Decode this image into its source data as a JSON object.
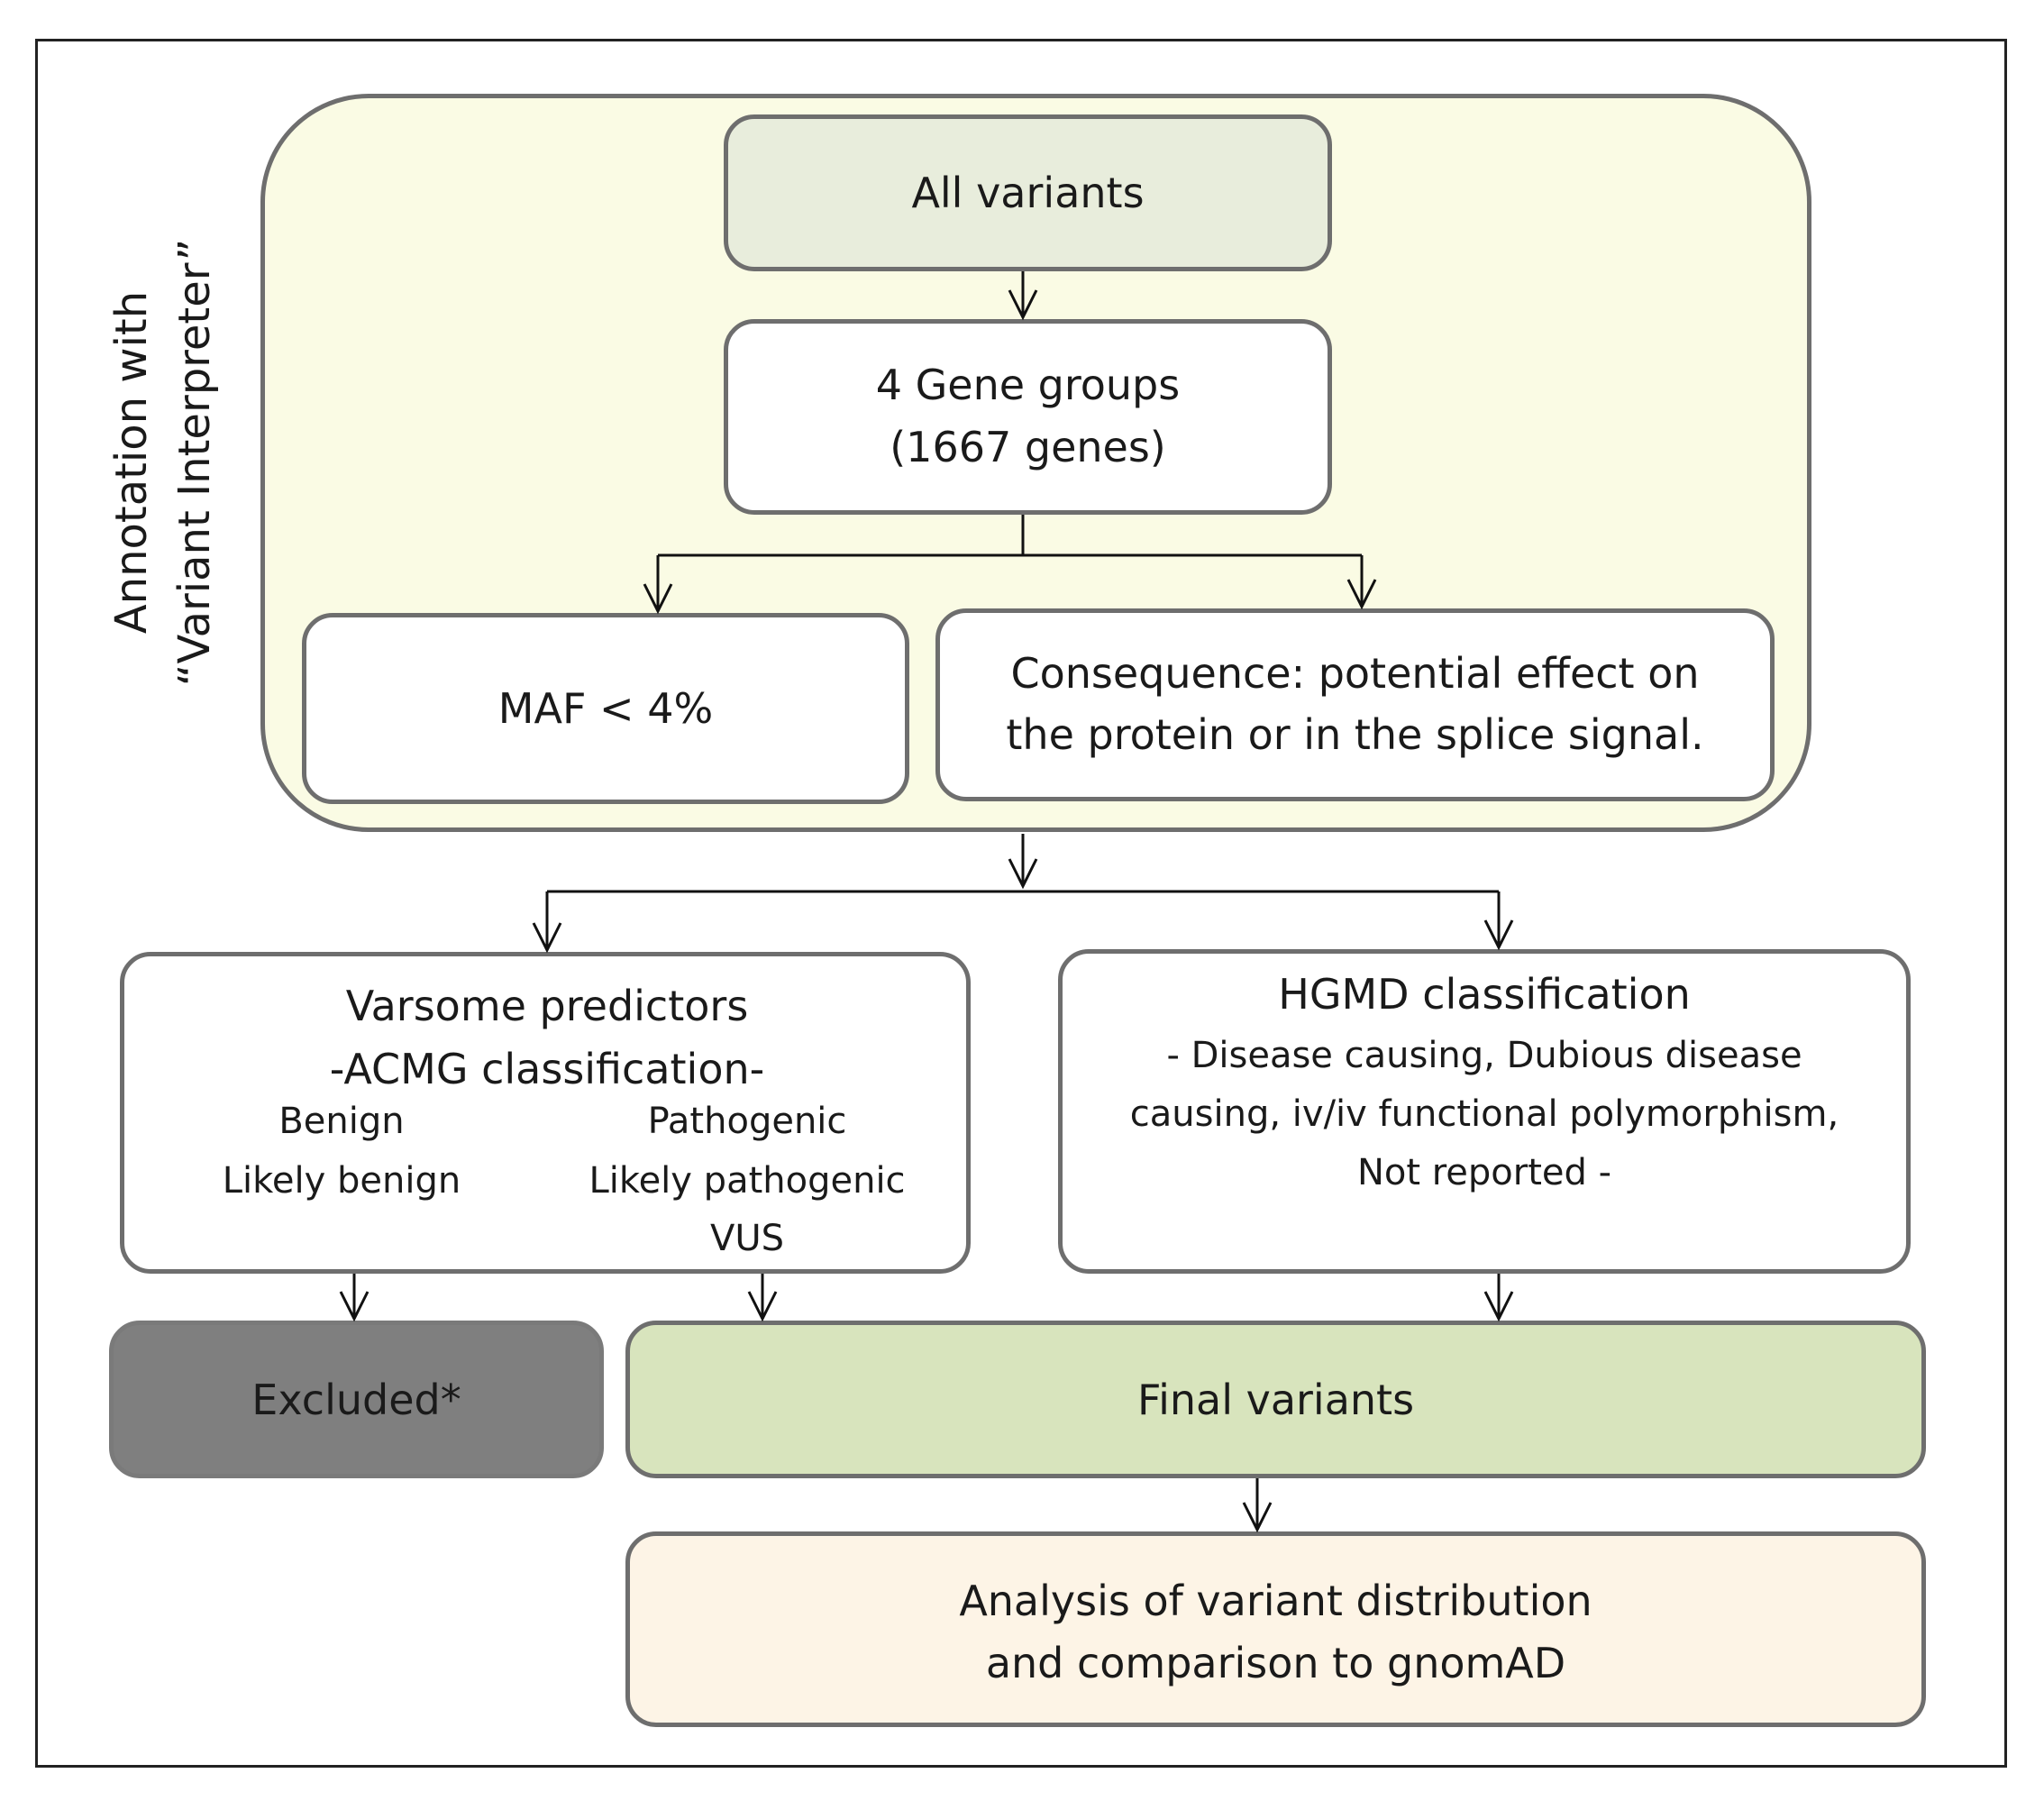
{
  "side_label": {
    "line1": "Annotation  with",
    "line2": "“Variant Interpreter”"
  },
  "nodes": {
    "all_variants": "All variants",
    "gene_groups": {
      "line1": "4 Gene groups",
      "line2": "(1667 genes)"
    },
    "maf": "MAF < 4%",
    "consequence": {
      "line1": "Consequence: potential effect on",
      "line2": "the protein or in the splice signal."
    },
    "varsome": {
      "title": "Varsome predictors",
      "subtitle": "-ACMG classification-",
      "left": [
        "Benign",
        "Likely benign"
      ],
      "right": [
        "Pathogenic",
        "Likely pathogenic",
        "VUS"
      ]
    },
    "hgmd": {
      "title": "HGMD classification",
      "lines": [
        "- Disease  causing, Dubious disease",
        "causing, iv/iv functional polymorphism,",
        "Not reported -"
      ]
    },
    "excluded": "Excluded*",
    "final": "Final variants",
    "analysis": {
      "line1": "Analysis of variant distribution",
      "line2": "and comparison to gnomAD"
    }
  },
  "colors": {
    "annotation_region": "#fafbe4",
    "all_variants": "#e8eddc",
    "excluded": "#7f7f7f",
    "final": "#d8e4bd",
    "analysis": "#fdf4e6",
    "border": "#6e6e6e"
  }
}
